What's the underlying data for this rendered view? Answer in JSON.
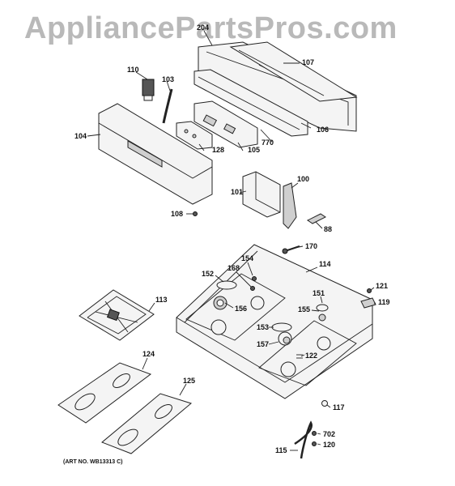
{
  "watermark": "AppliancePartsPros.com",
  "art_number": "(ART NO. WB13313 C)",
  "parts": {
    "p204": "204",
    "p107": "107",
    "p110": "110",
    "p103": "103",
    "p104": "104",
    "p128": "128",
    "p105": "105",
    "p770": "770",
    "p106": "106",
    "p101": "101",
    "p100": "100",
    "p108": "108",
    "p88": "88",
    "p170": "170",
    "p114": "114",
    "p154": "154",
    "p168": "168",
    "p152": "152",
    "p156": "156",
    "p151": "151",
    "p121": "121",
    "p113": "113",
    "p155": "155",
    "p119": "119",
    "p153": "153",
    "p157": "157",
    "p122": "122",
    "p124": "124",
    "p125": "125",
    "p117": "117",
    "p702": "702",
    "p120": "120",
    "p115": "115"
  }
}
